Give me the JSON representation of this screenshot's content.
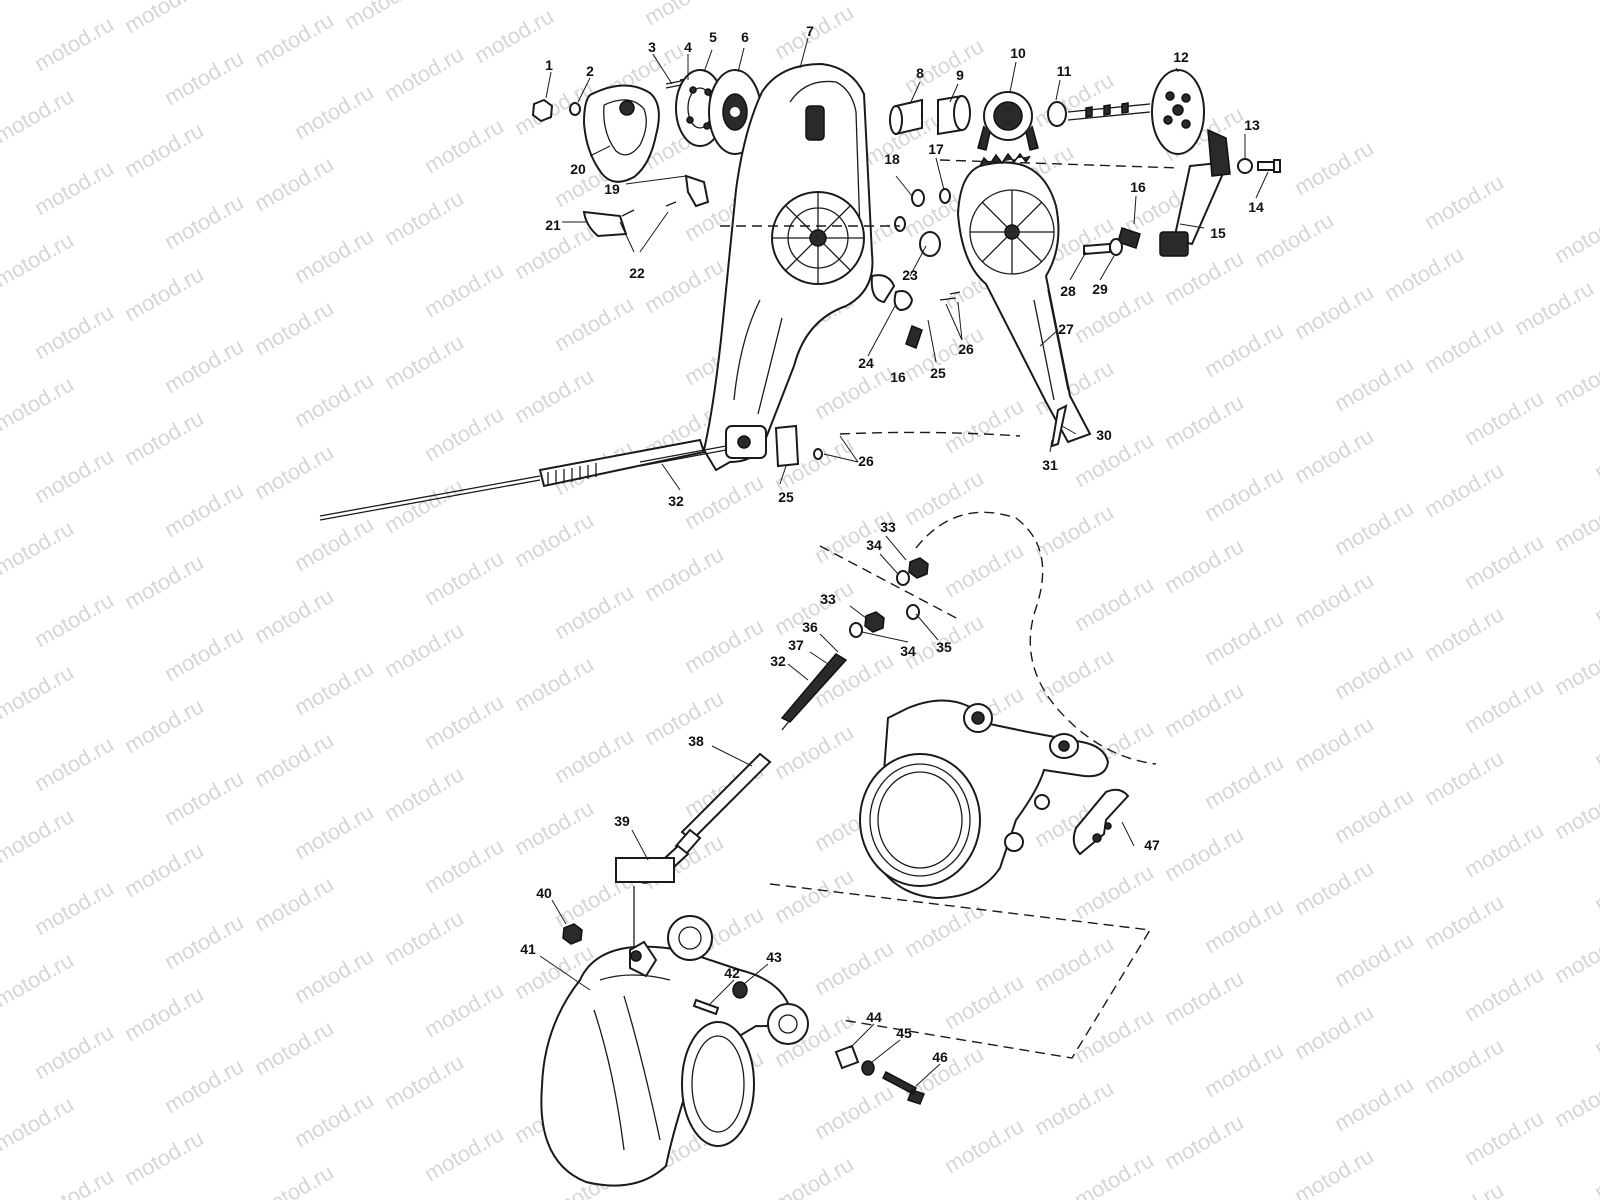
{
  "watermark": "motod.ru",
  "callouts": [
    {
      "id": "1",
      "text": "1"
    },
    {
      "id": "2",
      "text": "2"
    },
    {
      "id": "3",
      "text": "3"
    },
    {
      "id": "4",
      "text": "4"
    },
    {
      "id": "5",
      "text": "5"
    },
    {
      "id": "6",
      "text": "6"
    },
    {
      "id": "7",
      "text": "7"
    },
    {
      "id": "8",
      "text": "8"
    },
    {
      "id": "9",
      "text": "9"
    },
    {
      "id": "10",
      "text": "10"
    },
    {
      "id": "11",
      "text": "11"
    },
    {
      "id": "12",
      "text": "12"
    },
    {
      "id": "13",
      "text": "13"
    },
    {
      "id": "14",
      "text": "14"
    },
    {
      "id": "15",
      "text": "15"
    },
    {
      "id": "16a",
      "text": "16"
    },
    {
      "id": "16b",
      "text": "16"
    },
    {
      "id": "17",
      "text": "17"
    },
    {
      "id": "18",
      "text": "18"
    },
    {
      "id": "19",
      "text": "19"
    },
    {
      "id": "20",
      "text": "20"
    },
    {
      "id": "21",
      "text": "21"
    },
    {
      "id": "22",
      "text": "22"
    },
    {
      "id": "23",
      "text": "23"
    },
    {
      "id": "24",
      "text": "24"
    },
    {
      "id": "25a",
      "text": "25"
    },
    {
      "id": "25b",
      "text": "25"
    },
    {
      "id": "26a",
      "text": "26"
    },
    {
      "id": "26b",
      "text": "26"
    },
    {
      "id": "27",
      "text": "27"
    },
    {
      "id": "28",
      "text": "28"
    },
    {
      "id": "29",
      "text": "29"
    },
    {
      "id": "30",
      "text": "30"
    },
    {
      "id": "31",
      "text": "31"
    },
    {
      "id": "32a",
      "text": "32"
    },
    {
      "id": "32b",
      "text": "32"
    },
    {
      "id": "33a",
      "text": "33"
    },
    {
      "id": "33b",
      "text": "33"
    },
    {
      "id": "34a",
      "text": "34"
    },
    {
      "id": "34b",
      "text": "34"
    },
    {
      "id": "35",
      "text": "35"
    },
    {
      "id": "36",
      "text": "36"
    },
    {
      "id": "37",
      "text": "37"
    },
    {
      "id": "38",
      "text": "38"
    },
    {
      "id": "39",
      "text": "39"
    },
    {
      "id": "40",
      "text": "40"
    },
    {
      "id": "41",
      "text": "41"
    },
    {
      "id": "42",
      "text": "42"
    },
    {
      "id": "43",
      "text": "43"
    },
    {
      "id": "44",
      "text": "44"
    },
    {
      "id": "45",
      "text": "45"
    },
    {
      "id": "46",
      "text": "46"
    },
    {
      "id": "47",
      "text": "47"
    }
  ]
}
